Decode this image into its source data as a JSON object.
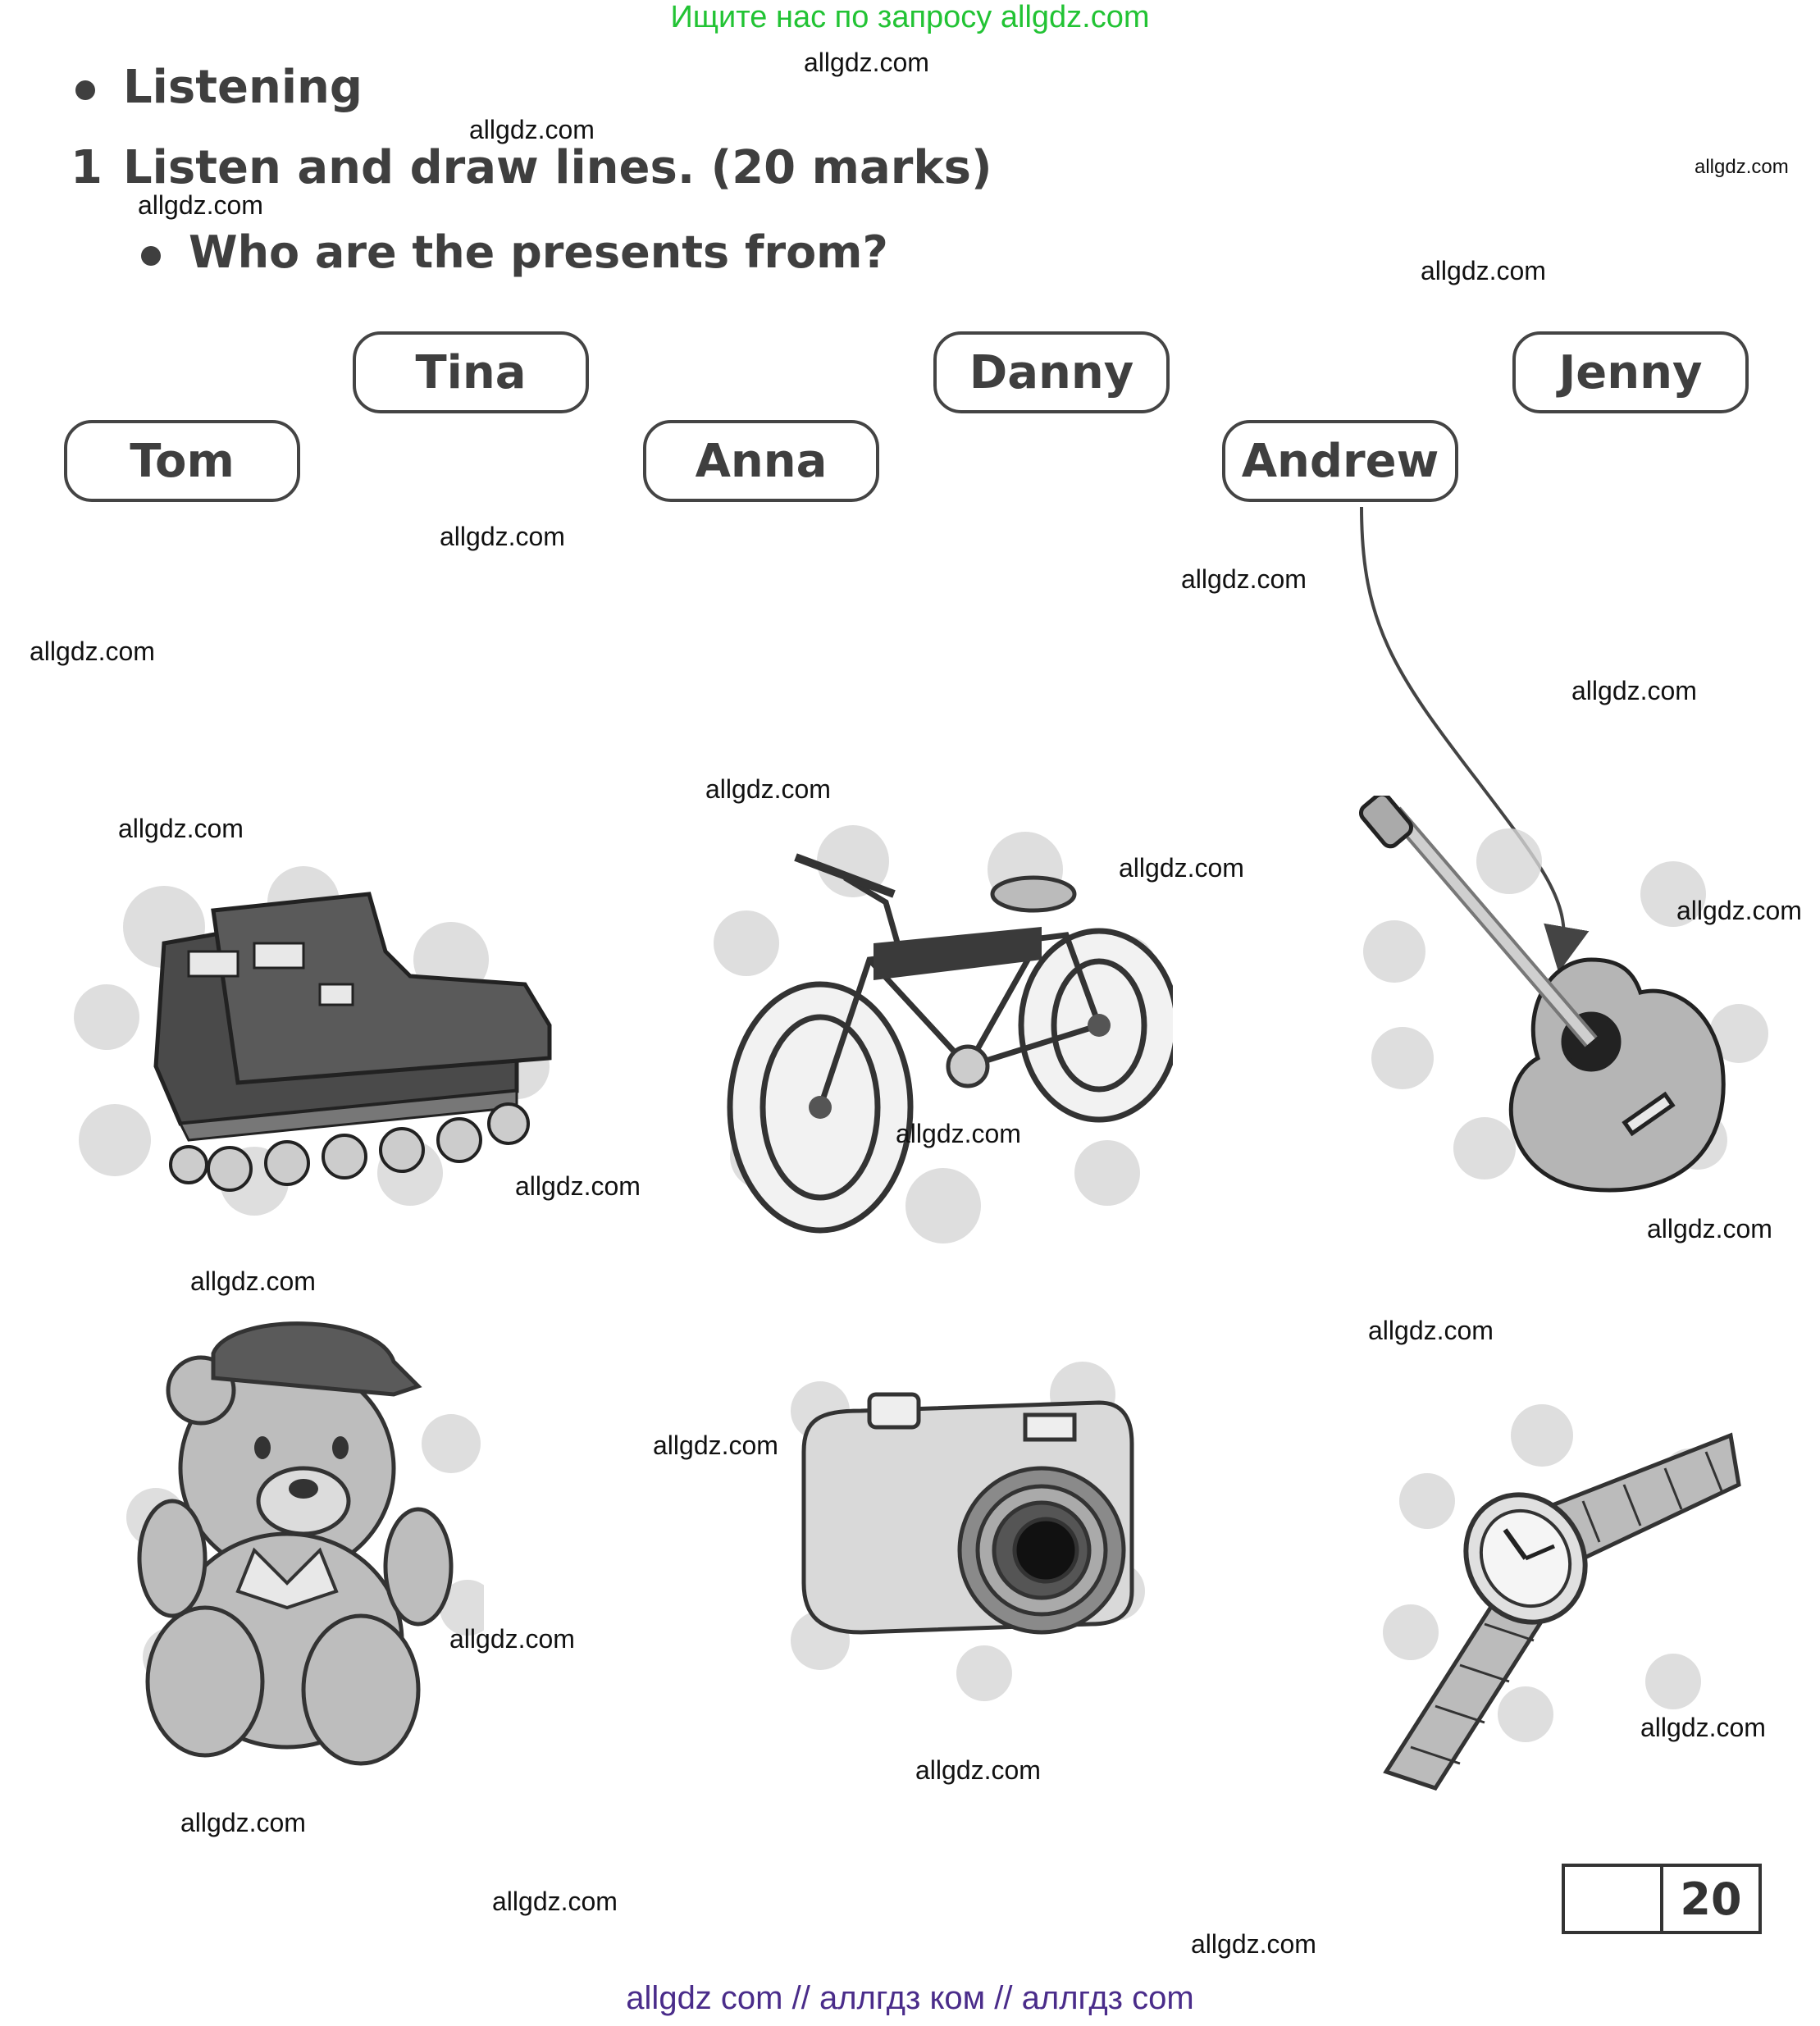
{
  "banner_top": "Ищите нас по запросу allgdz.com",
  "section": {
    "title": "Listening"
  },
  "task": {
    "number": "1",
    "instruction": "Listen and draw lines. (20 marks)"
  },
  "question": "Who are the presents from?",
  "names": {
    "tom": "Tom",
    "tina": "Tina",
    "anna": "Anna",
    "danny": "Danny",
    "andrew": "Andrew",
    "jenny": "Jenny"
  },
  "pictures": [
    "roller-skates-icon",
    "bicycle-icon",
    "guitar-icon",
    "teddy-bear-icon",
    "camera-icon",
    "watch-icon"
  ],
  "example_line": {
    "from": "Andrew",
    "to": "guitar"
  },
  "score": {
    "max": "20"
  },
  "watermark": "allgdz.com",
  "banner_bottom": "allgdz com  //  аллгдз ком  //  аллгдз com"
}
